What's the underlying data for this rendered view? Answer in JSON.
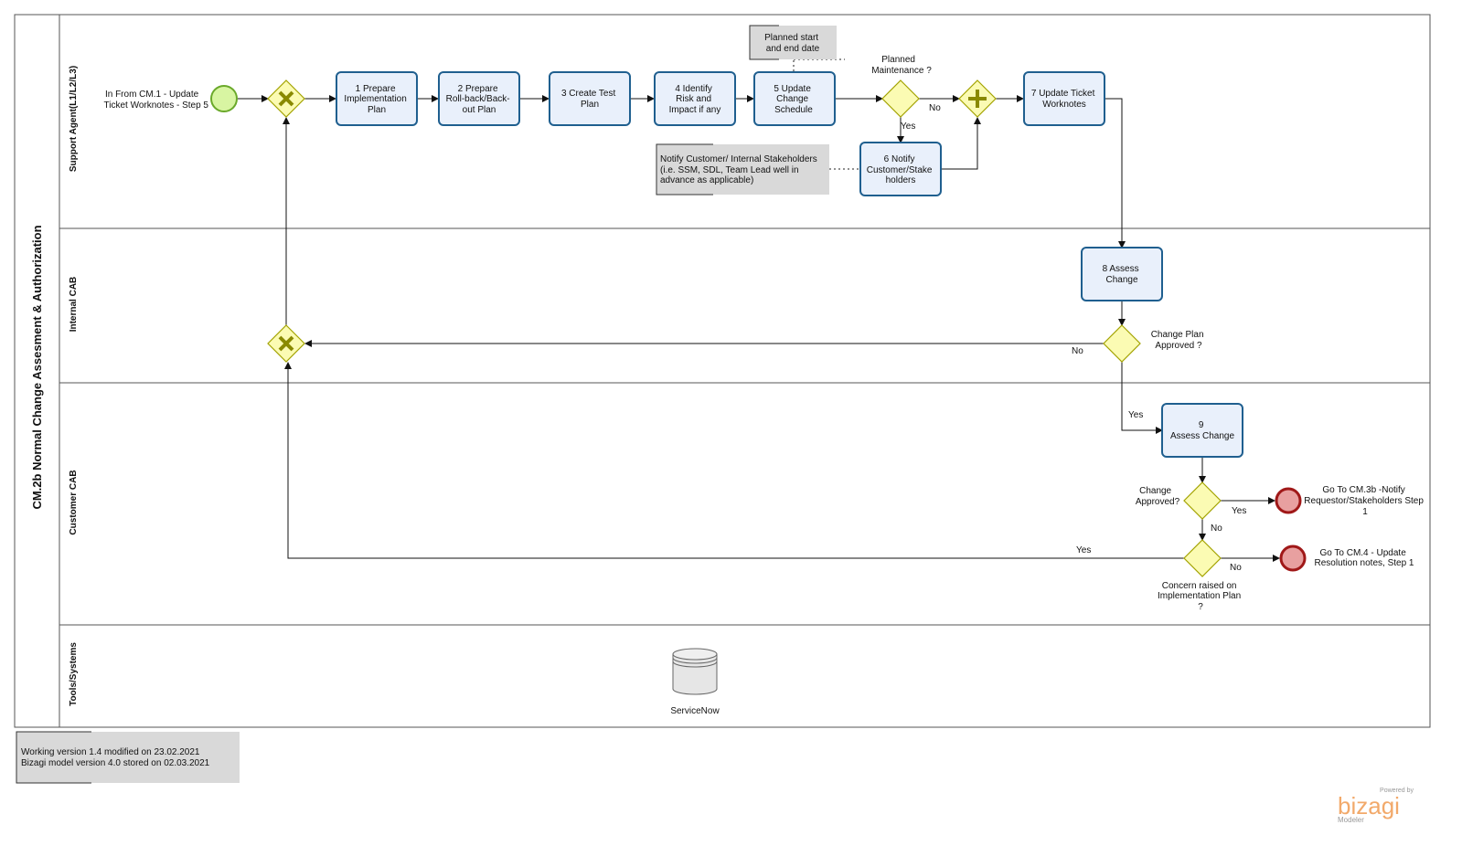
{
  "pool": {
    "title": "CM.2b Normal Change Assesment & Authorization"
  },
  "lanes": {
    "support": "Support Agent(L1/L2/L3)",
    "internal": "Internal CAB",
    "customer": "Customer CAB",
    "tools": "Tools/Systems"
  },
  "start_event": {
    "label": [
      "In From CM.1 - Update",
      "Ticket Worknotes - Step 5"
    ]
  },
  "tasks": {
    "t1": [
      "1 Prepare",
      "Implementation",
      "Plan"
    ],
    "t2": [
      "2 Prepare",
      "Roll-back/Back-",
      "out Plan"
    ],
    "t3": [
      "3 Create Test",
      "Plan"
    ],
    "t4": [
      "4 Identify",
      "Risk and",
      "Impact if any"
    ],
    "t5": [
      "5 Update",
      "Change",
      "Schedule"
    ],
    "t6": [
      "6 Notify",
      "Customer/Stake",
      "holders"
    ],
    "t7": [
      "7 Update Ticket",
      "Worknotes"
    ],
    "t8": [
      "8 Assess",
      "Change"
    ],
    "t9": [
      "9",
      "Assess Change"
    ]
  },
  "gateways": {
    "planned": [
      "Planned",
      "Maintenance ?"
    ],
    "approved_plan": [
      "Change Plan",
      "Approved ?"
    ],
    "change_approved": [
      "Change",
      "Approved?"
    ],
    "concern": [
      "Concern raised on",
      "Implementation Plan",
      "?"
    ]
  },
  "flow_labels": {
    "no_planned": "No",
    "yes_planned": "Yes",
    "no_plan": "No",
    "yes_plan": "Yes",
    "yes_approved": "Yes",
    "no_approved": "No",
    "yes_concern": "Yes",
    "no_concern": "No"
  },
  "end_events": {
    "cm3b": [
      "Go To CM.3b -Notify",
      "Requestor/Stakeholders Step",
      "1"
    ],
    "cm4": [
      "Go To CM.4 - Update",
      "Resolution notes, Step 1"
    ]
  },
  "annotations": {
    "planned_dates": [
      "Planned start",
      "and end date"
    ],
    "notify": [
      "Notify Customer/ Internal Stakeholders",
      "(i.e. SSM, SDL, Team Lead well in",
      "advance as applicable)"
    ],
    "version": [
      "Working version 1.4 modified on 23.02.2021",
      "Bizagi model version 4.0 stored on 02.03.2021"
    ]
  },
  "data_store": {
    "label": "ServiceNow"
  },
  "branding": {
    "powered": "Powered by",
    "name": "bizagi",
    "sub": "Modeler"
  },
  "colors": {
    "task_fill": "#e9f0fb",
    "task_stroke": "#1f5f8f",
    "gateway_fill": "#fbfbb3",
    "start_fill": "#d8f5a2",
    "start_stroke": "#6aa92a",
    "end_fill": "#e8a0a0",
    "end_stroke": "#a01818",
    "annotation_fill": "#d9d9d9",
    "brand": "#f2a96a"
  }
}
